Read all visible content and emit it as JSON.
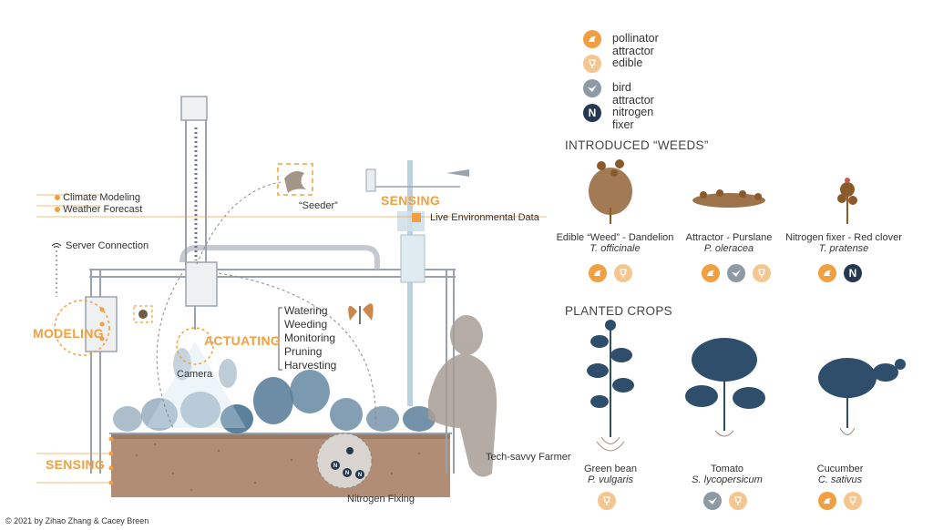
{
  "legend": {
    "items": [
      {
        "key": "pollinator",
        "label": "pollinator attractor",
        "color": "#f0a040"
      },
      {
        "key": "edible",
        "label": "edible",
        "color": "#f6c690"
      },
      {
        "key": "bird",
        "label": "bird attractor",
        "color": "#8e99a6"
      },
      {
        "key": "nitrogen",
        "label": "nitrogen fixer",
        "color": "#25384f",
        "glyph": "N"
      }
    ]
  },
  "weeds": {
    "title": "INTRODUCED “WEEDS”",
    "plants": [
      {
        "name": "Edible “Weed” - Dandelion",
        "sci": "T. officinale",
        "badges": [
          "pollinator",
          "edible"
        ]
      },
      {
        "name": "Attractor  - Purslane",
        "sci": "P. oleracea",
        "badges": [
          "pollinator",
          "bird",
          "edible"
        ]
      },
      {
        "name": "Nitrogen fixer - Red clover",
        "sci": "T. pratense",
        "badges": [
          "pollinator",
          "nitrogen"
        ]
      }
    ]
  },
  "crops": {
    "title": "PLANTED CROPS",
    "plants": [
      {
        "name": "Green bean",
        "sci": "P. vulgaris",
        "badges": [
          "edible"
        ]
      },
      {
        "name": "Tomato",
        "sci": "S. lycopersicum",
        "badges": [
          "bird",
          "edible"
        ]
      },
      {
        "name": "Cucumber",
        "sci": "C. sativus",
        "badges": [
          "pollinator",
          "edible"
        ]
      }
    ]
  },
  "diagram": {
    "climate_modeling": "Climate Modeling",
    "weather_forecast": "Weather Forecast",
    "server_connection": "Server Connection",
    "modeling": "MODELING",
    "sensing_top": "SENSING",
    "sensing_bottom": "SENSING",
    "actuating": "ACTUATING",
    "seeder": "“Seeder”",
    "live_env": "Live Environmental Data",
    "camera": "Camera",
    "tasks": [
      "Watering",
      "Weeding",
      "Monitoring",
      "Pruning",
      "Harvesting"
    ],
    "farmer": "Tech-savvy Farmer",
    "nitrogen_fixing": "Nitrogen Fixing"
  },
  "footer": {
    "credit": "©  2021 by Zihao Zhang & Cacey Breen"
  },
  "colors": {
    "accent": "#f0a040",
    "peach": "#f6c690",
    "grey": "#8e99a6",
    "navy": "#25384f",
    "soil": "#b08d74",
    "frame": "#9aa3ad"
  }
}
